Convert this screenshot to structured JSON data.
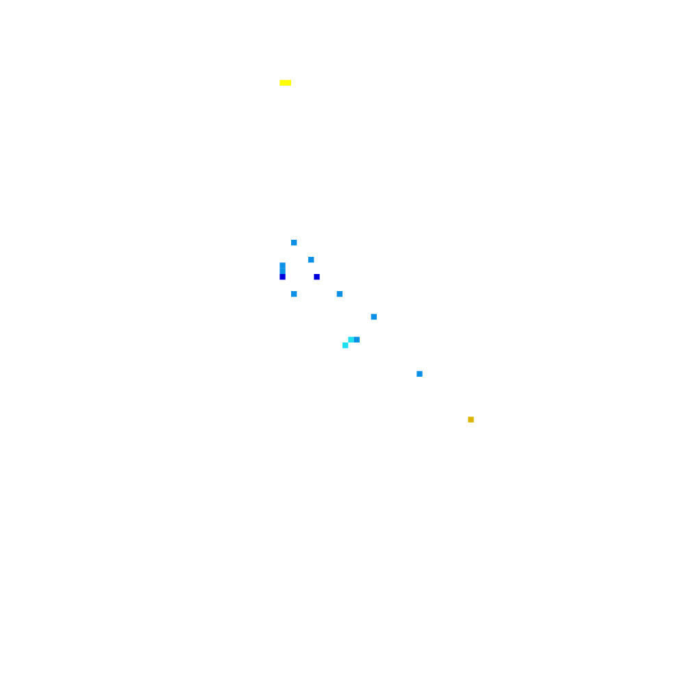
{
  "chart_data": {
    "type": "heatmap",
    "title": "",
    "xlabel": "",
    "ylabel": "",
    "grid": false,
    "legend": "none",
    "axes_visible": false,
    "xlim": [
      0,
      120
    ],
    "ylim": [
      0,
      120
    ],
    "cell_size": 1,
    "colors": {
      "dark_blue": "#0000dd",
      "medium_blue": "#0a90e6",
      "cyan": "#1ee0f0",
      "yellow": "#ffff00",
      "gold": "#ddb400"
    },
    "cells": [
      {
        "x": 49,
        "y": 105,
        "color": "yellow"
      },
      {
        "x": 50,
        "y": 105,
        "color": "yellow"
      },
      {
        "x": 51,
        "y": 77,
        "color": "medium_blue"
      },
      {
        "x": 54,
        "y": 74,
        "color": "medium_blue"
      },
      {
        "x": 49,
        "y": 73,
        "color": "medium_blue"
      },
      {
        "x": 49,
        "y": 72,
        "color": "medium_blue"
      },
      {
        "x": 55,
        "y": 71,
        "color": "dark_blue"
      },
      {
        "x": 49,
        "y": 71,
        "color": "dark_blue"
      },
      {
        "x": 59,
        "y": 68,
        "color": "medium_blue"
      },
      {
        "x": 51,
        "y": 68,
        "color": "medium_blue"
      },
      {
        "x": 65,
        "y": 64,
        "color": "medium_blue"
      },
      {
        "x": 61,
        "y": 60,
        "color": "cyan"
      },
      {
        "x": 62,
        "y": 60,
        "color": "medium_blue"
      },
      {
        "x": 60,
        "y": 59,
        "color": "cyan"
      },
      {
        "x": 73,
        "y": 54,
        "color": "medium_blue"
      },
      {
        "x": 82,
        "y": 46,
        "color": "gold"
      }
    ]
  }
}
